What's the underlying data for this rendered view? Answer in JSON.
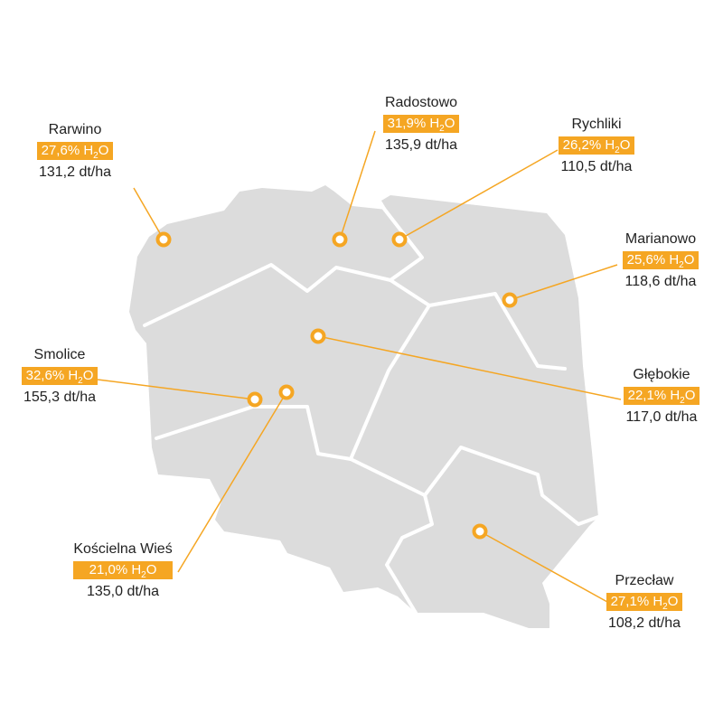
{
  "colors": {
    "land": "#dcdcdc",
    "border": "#ffffff",
    "accent": "#f5a623",
    "text": "#222222"
  },
  "units": {
    "moisture_suffix": "% H",
    "moisture_sub": "2",
    "moisture_end": "O",
    "yield_suffix": " dt/ha"
  },
  "locations": [
    {
      "id": "rarwino",
      "name": "Rarwino",
      "moisture": "27,6",
      "yield": "131,2"
    },
    {
      "id": "radostowo",
      "name": "Radostowo",
      "moisture": "31,9",
      "yield": "135,9"
    },
    {
      "id": "rychliki",
      "name": "Rychliki",
      "moisture": "26,2",
      "yield": "110,5"
    },
    {
      "id": "marianowo",
      "name": "Marianowo",
      "moisture": "25,6",
      "yield": "118,6"
    },
    {
      "id": "smolice",
      "name": "Smolice",
      "moisture": "32,6",
      "yield": "155,3"
    },
    {
      "id": "glebokie",
      "name": "Głębokie",
      "moisture": "22,1",
      "yield": "117,0"
    },
    {
      "id": "koscielna-wies",
      "name": "Kościelna Wieś",
      "moisture": "21,0",
      "yield": "135,0"
    },
    {
      "id": "przeclaw",
      "name": "Przecław",
      "moisture": "27,1",
      "yield": "108,2"
    }
  ]
}
